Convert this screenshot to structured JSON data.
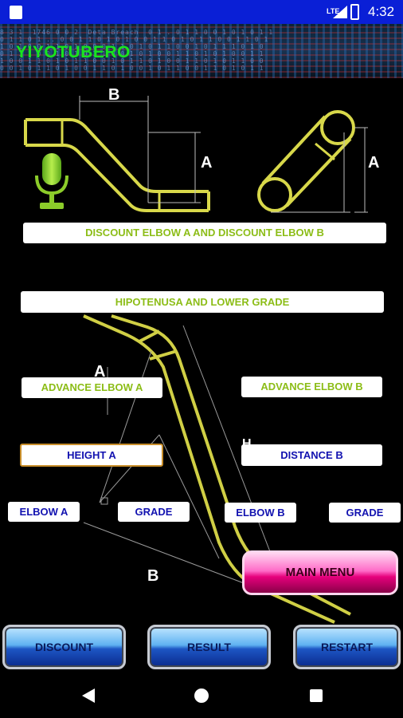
{
  "status_bar": {
    "network": "LTE",
    "time": "4:32"
  },
  "header": {
    "title": "YIYOTUBERO",
    "noise_lines": [
      "8 3 1  1746 0 0 2  Deta Breach  0 1 . 0 1 1 0 0 1 0 1 0 1 1",
      "0 1 1 0 1 .. 0 0 1 1 0 1 0 1 0 0 1 1 0 1 0 1 1 0 0 1 1 0 1",
      "1 0 1 0 0 1 1 0 1 0 0 0 1 1 0 1 0 1 1 0 0 1 0 1 1 1 0 1 0",
      "0 1 1 1 0 0 1 0 1 0 1 1 0 0 1 0 1 0 0 1 1 0 1 0 1 0 0 1 1",
      "1 0 0 1 1 0 1 0 1 1 0 0 1 0 1 1 0 1 0 0 1 1 0 1 0 1 1 0 0",
      "0 0 1 0 1 1 0 1 0 0 1 1 0 1 0 0 1 0 1 1 0 0 1 1 0 1 0 1 1"
    ]
  },
  "diagram": {
    "label_b_top": "B",
    "label_a_left": "A",
    "label_a_right": "A",
    "label_a_mid": "A",
    "label_h": "H",
    "label_b_bottom": "B"
  },
  "buttons": {
    "discount_elbows": "DISCOUNT ELBOW A AND DISCOUNT ELBOW B",
    "hipotenusa": "HIPOTENUSA AND LOWER GRADE",
    "advance_a": "ADVANCE ELBOW A",
    "advance_b": "ADVANCE ELBOW B",
    "height_a": "HEIGHT A",
    "distance_b": "DISTANCE B",
    "elbow_a": "ELBOW A",
    "grade_1": "GRADE",
    "elbow_b": "ELBOW B",
    "grade_2": "GRADE",
    "main_menu": "MAIN MENU",
    "discount": "DISCOUNT",
    "result": "RESULT",
    "restart": "RESTART"
  },
  "colors": {
    "accent_green": "#8cbd17",
    "title_green": "#18e51e",
    "pipe_yellow": "#d8d84a",
    "status_blue": "#0a1fd6"
  }
}
